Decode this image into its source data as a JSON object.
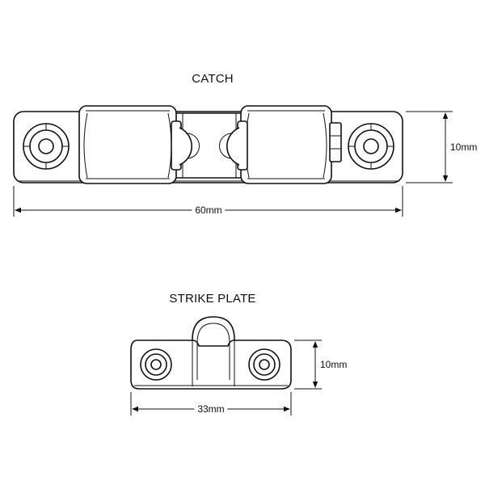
{
  "catch": {
    "title": "CATCH",
    "width_label": "60mm",
    "height_label": "10mm"
  },
  "strike_plate": {
    "title": "STRIKE PLATE",
    "width_label": "33mm",
    "height_label": "10mm"
  }
}
